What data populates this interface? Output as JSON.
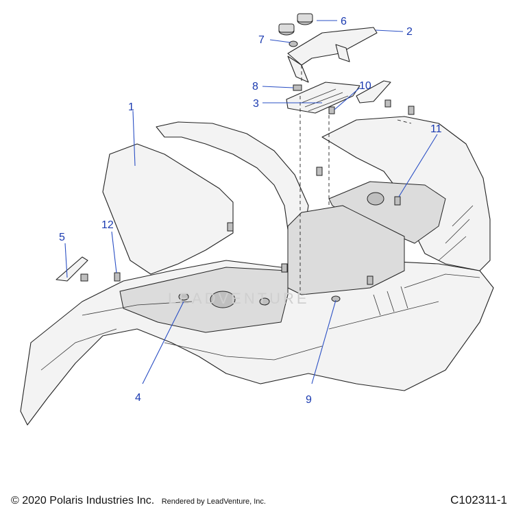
{
  "diagram": {
    "watermark": "LEADVENTURE",
    "callouts": [
      "1",
      "2",
      "3",
      "4",
      "5",
      "6",
      "7",
      "8",
      "9",
      "10",
      "11",
      "12"
    ]
  },
  "footer": {
    "copyright": "© 2020 Polaris Industries Inc.",
    "rendered_by": "Rendered by LeadVenture, Inc.",
    "diagram_id": "C102311-1"
  }
}
